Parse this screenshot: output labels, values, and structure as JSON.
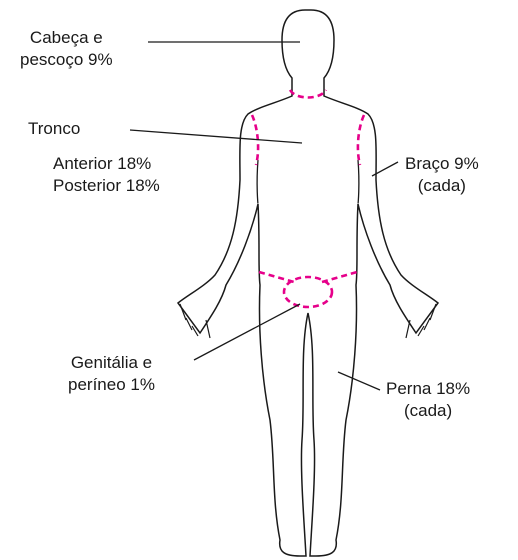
{
  "colors": {
    "outline": "#1a1a1a",
    "boundary": "#e6008a",
    "leader": "#1a1a1a",
    "background": "#ffffff"
  },
  "labels": {
    "head": {
      "line1": "Cabeça e",
      "line2": "pescoço 9%"
    },
    "trunk": {
      "title": "Tronco",
      "line1": "Anterior 18%",
      "line2": "Posterior 18%"
    },
    "arm": {
      "line1": "Braço 9%",
      "line2": "(cada)"
    },
    "genital": {
      "line1": "Genitália e",
      "line2": "períneo 1%"
    },
    "leg": {
      "line1": "Perna 18%",
      "line2": "(cada)"
    }
  }
}
